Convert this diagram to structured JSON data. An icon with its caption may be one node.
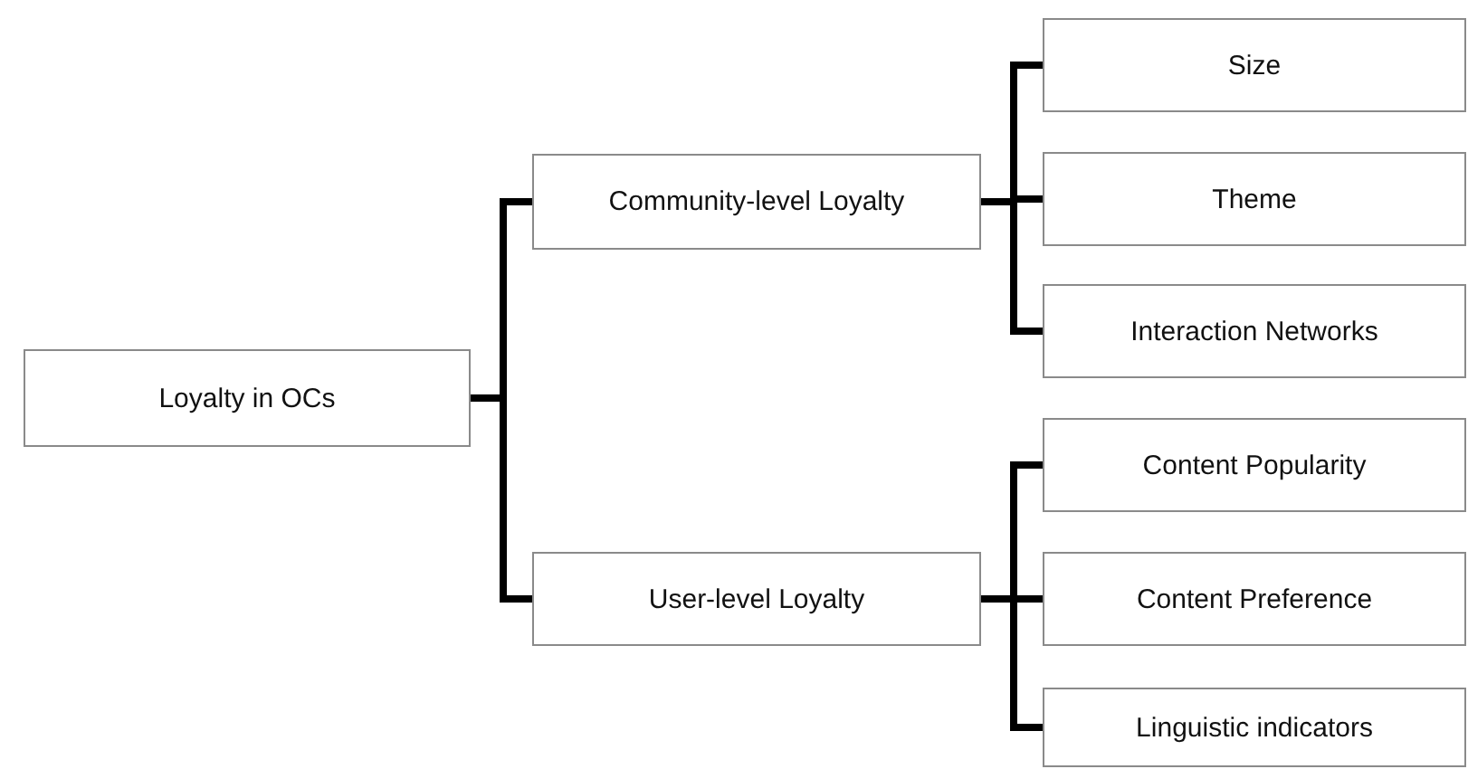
{
  "diagram": {
    "nodes": [
      {
        "text": [
          "Loyalty in OCs"
        ]
      },
      {
        "text": [
          "Community-level Loyalty"
        ]
      },
      {
        "text": [
          "Size"
        ]
      },
      {
        "text": [
          "Theme"
        ]
      },
      {
        "text": [
          "Interaction Networks"
        ]
      },
      {
        "text": [
          "User-level Loyalty"
        ]
      },
      {
        "text": [
          "Content Popularity"
        ]
      },
      {
        "text": [
          "Content Preference"
        ]
      },
      {
        "text": [
          "Linguistic indicators"
        ]
      }
    ],
    "edges": [
      {
        "from": 0,
        "to": 1,
        "arrow": "none"
      },
      {
        "from": 0,
        "to": 5,
        "arrow": "none"
      },
      {
        "from": 1,
        "to": 2,
        "arrow": "none"
      },
      {
        "from": 1,
        "to": 3,
        "arrow": "none"
      },
      {
        "from": 1,
        "to": 4,
        "arrow": "none"
      },
      {
        "from": 5,
        "to": 6,
        "arrow": "none"
      },
      {
        "from": 5,
        "to": 7,
        "arrow": "none"
      },
      {
        "from": 5,
        "to": 8,
        "arrow": "none"
      }
    ]
  }
}
